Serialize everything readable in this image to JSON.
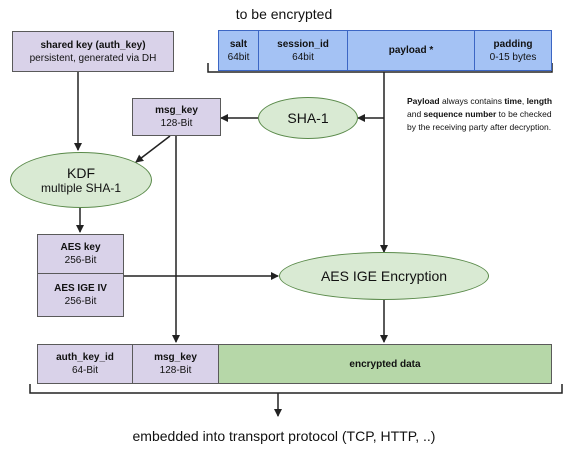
{
  "top_caption": "to be encrypted",
  "bottom_caption": "embedded into transport protocol (TCP, HTTP, ..)",
  "shared_key": {
    "title": "shared key (auth_key)",
    "subtitle": "persistent, generated via DH"
  },
  "msg_key_top": {
    "title": "msg_key",
    "subtitle": "128-Bit"
  },
  "plaintext_fields": [
    {
      "title": "salt",
      "subtitle": "64bit"
    },
    {
      "title": "session_id",
      "subtitle": "64bit"
    },
    {
      "title": "payload *",
      "subtitle": ""
    },
    {
      "title": "padding",
      "subtitle": "0-15 bytes"
    }
  ],
  "sha1": {
    "label": "SHA-1"
  },
  "kdf": {
    "title": "KDF",
    "subtitle": "multiple SHA-1"
  },
  "aes_key": {
    "title": "AES key",
    "subtitle": "256-Bit"
  },
  "aes_iv": {
    "title": "AES IGE IV",
    "subtitle": "256-Bit"
  },
  "aes_enc": {
    "label": "AES IGE Encryption"
  },
  "note": {
    "b1": "Payload",
    "t1": " always contains ",
    "b2": "time",
    "t2": ", ",
    "b3": "length",
    "t3": " and ",
    "b4": "sequence number",
    "t4": " to be checked by the receiving party after decryption."
  },
  "output_fields": [
    {
      "title": "auth_key_id",
      "subtitle": "64-Bit"
    },
    {
      "title": "msg_key",
      "subtitle": "128-Bit"
    },
    {
      "title": "encrypted data",
      "subtitle": ""
    }
  ],
  "colors": {
    "purple_fill": "#d9d2e9",
    "blue_fill": "#a4c2f4",
    "green_fill": "#b6d7a8",
    "ellipse_fill": "#d9ead3",
    "line": "#222222"
  }
}
